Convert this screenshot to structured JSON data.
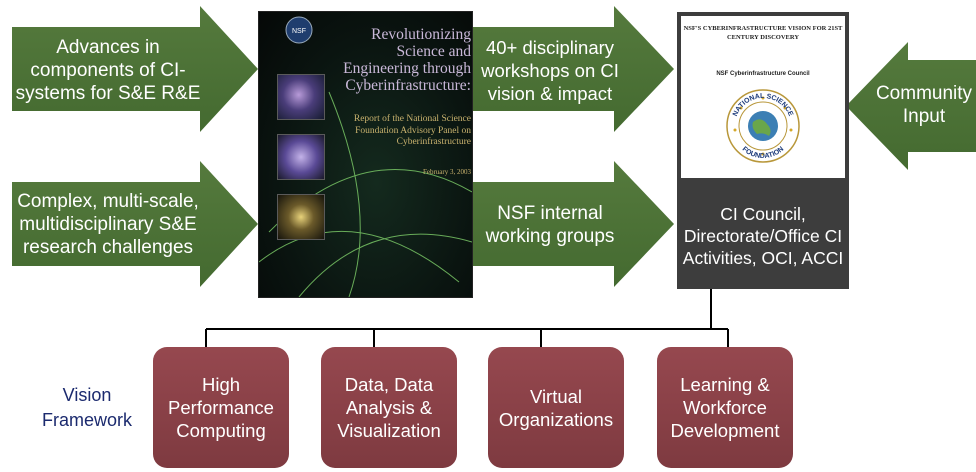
{
  "inputs": {
    "advances": "Advances in components of CI-systems for S&E R&E",
    "complex": "Complex, multi-scale, multidisciplinary S&E research challenges",
    "workshops": "40+ disciplinary workshops on CI vision & impact",
    "internal": "NSF internal working groups",
    "community": "Community Input"
  },
  "report": {
    "title": "Revolutionizing Science and Engineering through Cyberinfrastructure:",
    "subtitle": "Report of the National Science Foundation Advisory Panel on Cyberinfrastructure",
    "date": "February 3, 2003",
    "logo": "NSF"
  },
  "vision_doc": {
    "title": "NSF'S CYBERINFRASTRUCTURE VISION FOR 21ST CENTURY DISCOVERY",
    "council": "NSF Cyberinfrastructure Council",
    "seal_top": "NATIONAL SCIENCE",
    "seal_bottom": "FOUNDATION"
  },
  "council": {
    "text": "CI Council, Directorate/Office CI Activities, OCI, ACCI"
  },
  "framework": {
    "label": "Vision Framework",
    "items": [
      {
        "text": "High Performance Computing"
      },
      {
        "text": "Data, Data Analysis & Visualization"
      },
      {
        "text": "Virtual Organizations"
      },
      {
        "text": "Learning & Workforce Development"
      }
    ]
  },
  "colors": {
    "arrow": "#4a6e34",
    "framework_box": "#8a4148",
    "council_box": "#3d3d3d",
    "label": "#1b2a6e"
  }
}
